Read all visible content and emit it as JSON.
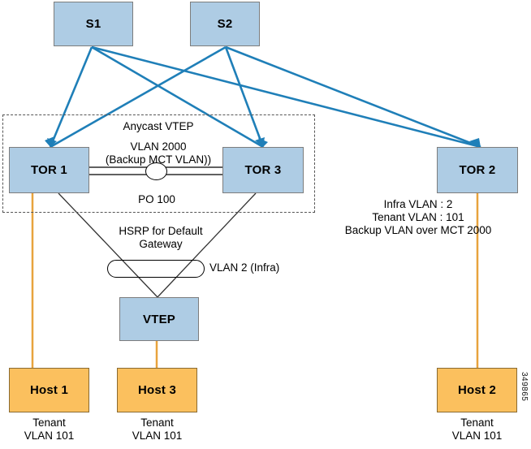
{
  "diagram": {
    "title": "Anycast VTEP MCT topology",
    "colors": {
      "switch_fill": "#aecce4",
      "switch_stroke": "#7d7d7d",
      "host_fill": "#fbc05e",
      "host_stroke": "#8a6a30",
      "uplink_line": "#1f7fb8",
      "downlink_line": "#333333",
      "host_line": "#e8a33d",
      "zone_border": "#555555"
    },
    "nodes": {
      "s1": "S1",
      "s2": "S2",
      "tor1": "TOR 1",
      "tor3": "TOR 3",
      "tor2": "TOR 2",
      "vtep": "VTEP",
      "host1": "Host 1",
      "host3": "Host 3",
      "host2": "Host 2"
    },
    "labels": {
      "anycast_vtep": "Anycast VTEP",
      "vlan_2000": "VLAN 2000",
      "backup_mct_vlan": "(Backup MCT VLAN))",
      "po_100": "PO 100",
      "hsrp": "HSRP for Default\nGateway",
      "vlan_2_infra": "VLAN 2 (Infra)",
      "tor2_details": "Infra VLAN : 2\nTenant VLAN : 101\nBackup VLAN over MCT 2000",
      "host1_tenant": "Tenant\nVLAN 101",
      "host3_tenant": "Tenant\nVLAN 101",
      "host2_tenant": "Tenant\nVLAN 101"
    },
    "watermark": "349865"
  }
}
